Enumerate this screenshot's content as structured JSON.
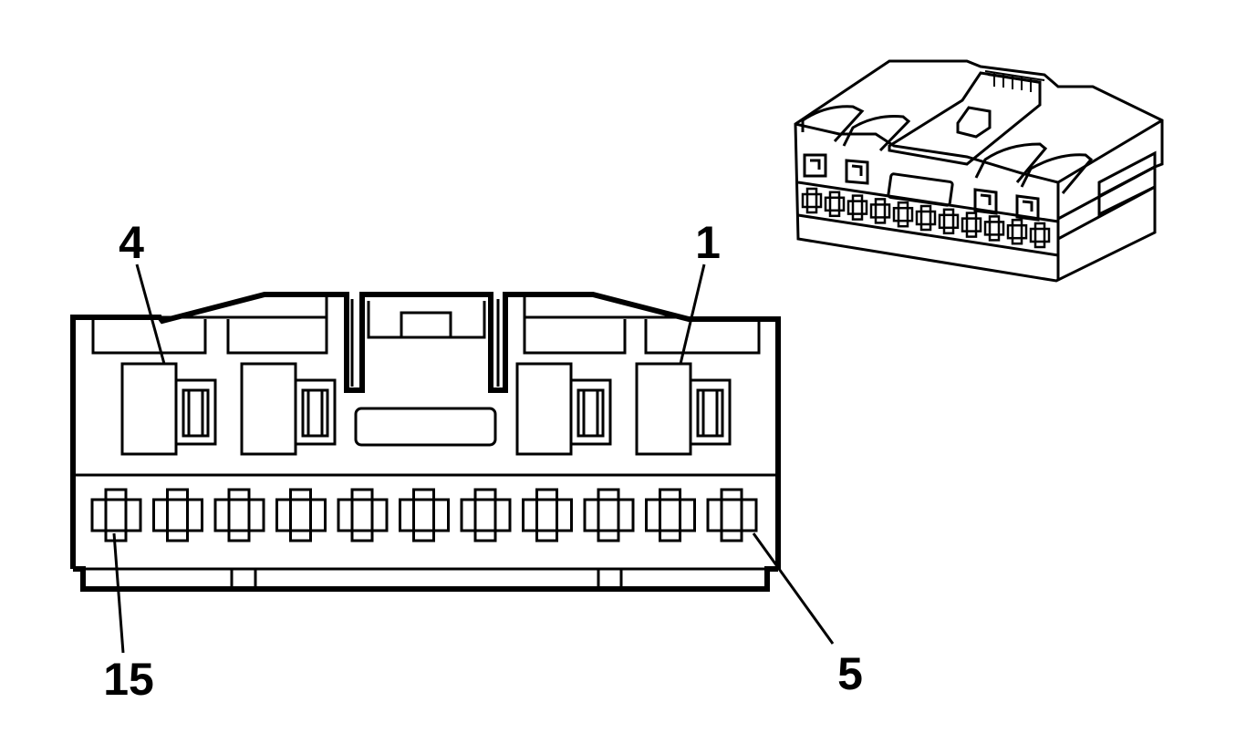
{
  "diagram": {
    "type": "connector-face-view",
    "pin_labels": {
      "top_left": "4",
      "top_right": "1",
      "bottom_left": "15",
      "bottom_right": "5"
    },
    "upper_row_terminal_count": 4,
    "lower_row_terminal_count": 11,
    "colors": {
      "line": "#000000",
      "background": "#ffffff"
    }
  }
}
